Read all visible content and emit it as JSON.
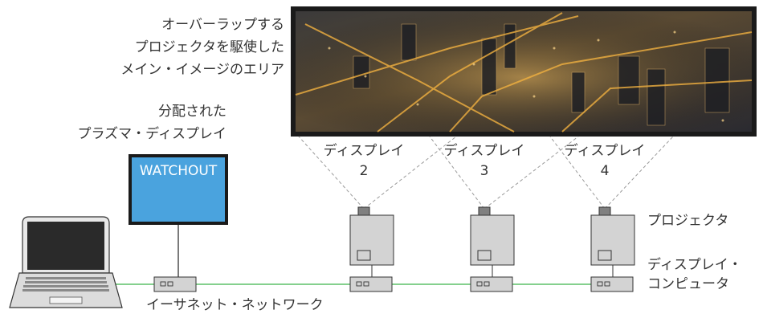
{
  "main_display": {
    "label_lines": [
      "オーバーラップする",
      "プロジェクタを駆使した",
      "メイン・イメージのエリア"
    ]
  },
  "plasma_display": {
    "label_lines": [
      "分配された",
      "プラズマ・ディスプレイ"
    ],
    "screen_text": "WATCHOUT"
  },
  "displays": [
    {
      "label": "ディスプレイ",
      "number": "2"
    },
    {
      "label": "ディスプレイ",
      "number": "3"
    },
    {
      "label": "ディスプレイ",
      "number": "4"
    }
  ],
  "legend": {
    "projector": "プロジェクタ",
    "display_computer_lines": [
      "ディスプレイ・",
      "コンピュータ"
    ]
  },
  "network": {
    "label": "イーサネット・ネットワーク",
    "line_color": "#3cb44a"
  },
  "colors": {
    "plasma_screen": "#4aa3de",
    "device_body": "#d3d3d3",
    "device_dark": "#808080",
    "projection_lines": "#9a9a9a",
    "city_frame": "#1a1a1a"
  }
}
